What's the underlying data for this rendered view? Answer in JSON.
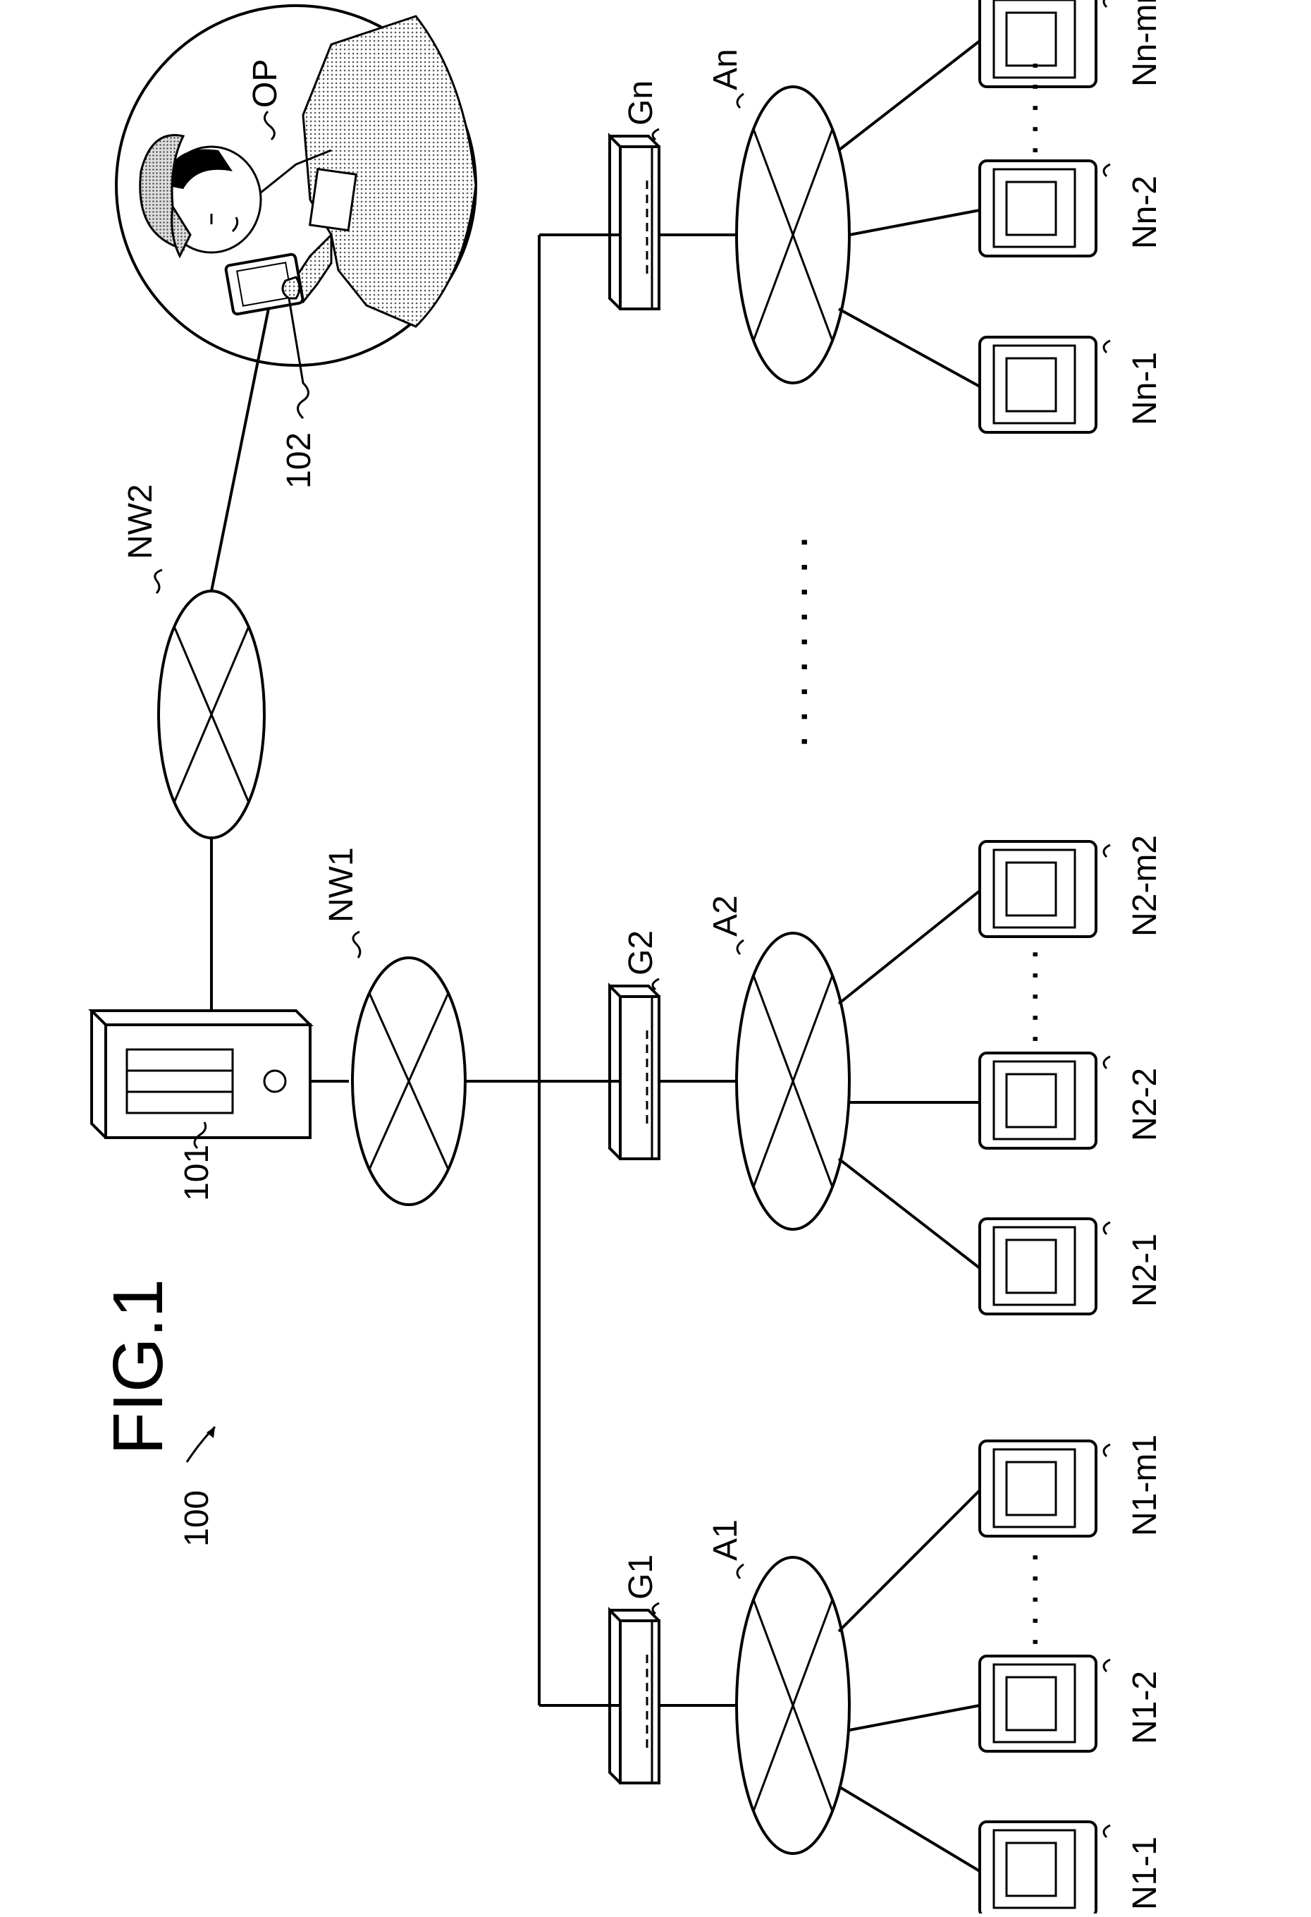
{
  "figure": {
    "title": "FIG.1",
    "system_ref": "100",
    "server_ref": "101",
    "terminal_ref": "102",
    "operator_ref": "OP",
    "network1": "NW1",
    "network2": "NW2",
    "gateways": [
      "G1",
      "G2",
      "Gn"
    ],
    "areas": [
      "A1",
      "A2",
      "An"
    ],
    "nodes": {
      "group1": [
        "N1-1",
        "N1-2",
        "N1-m1"
      ],
      "group2": [
        "N2-1",
        "N2-2",
        "N2-m2"
      ],
      "groupn": [
        "Nn-1",
        "Nn-2",
        "Nn-mn"
      ]
    },
    "ellipsis_short": "·····",
    "ellipsis_long": "·········"
  }
}
